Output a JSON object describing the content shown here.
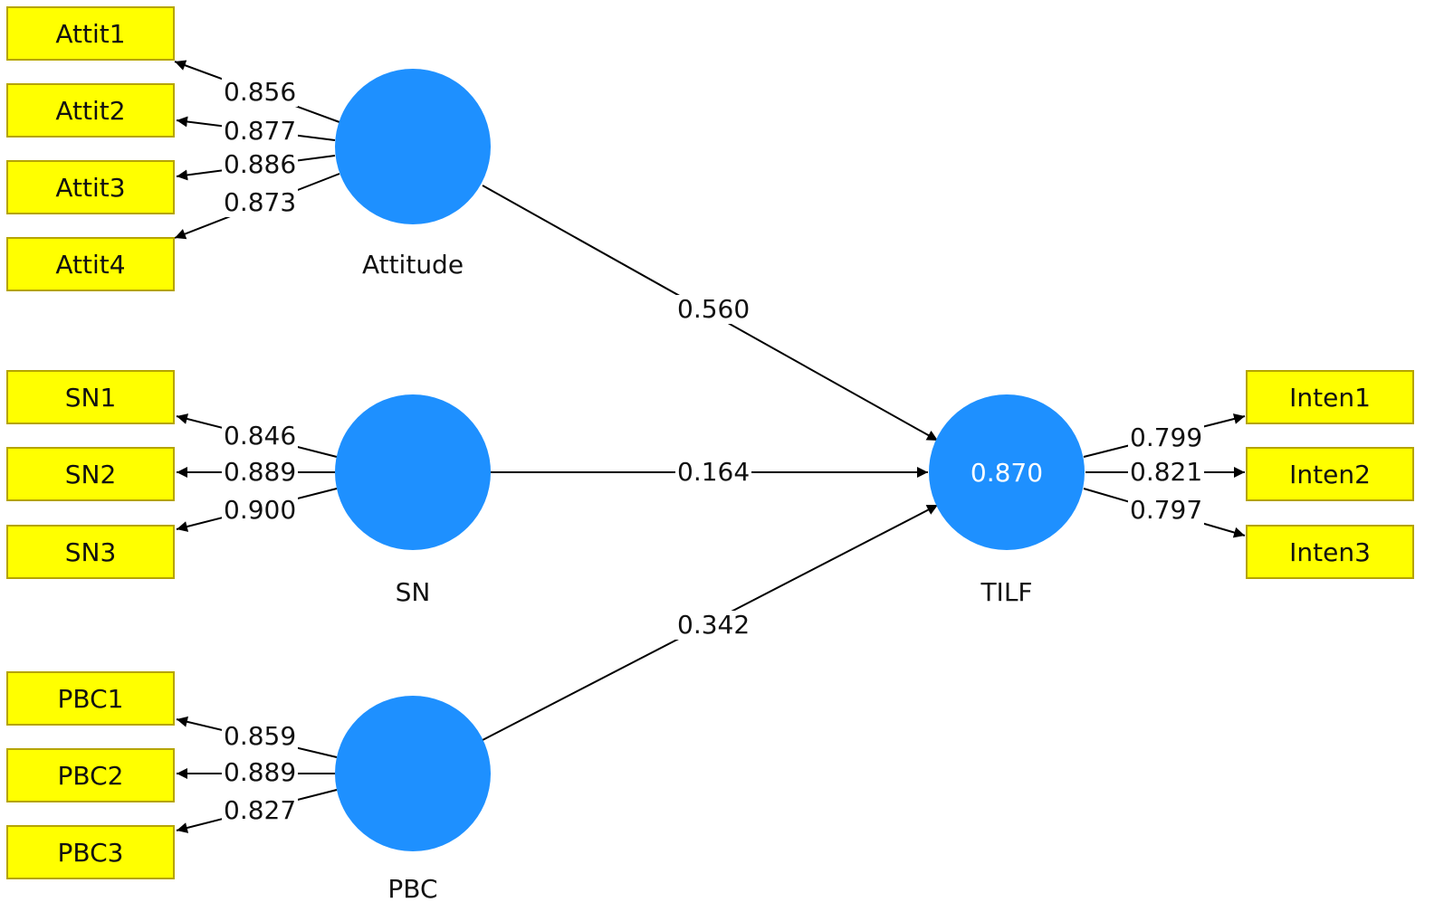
{
  "colors": {
    "indicator_fill": "#ffff00",
    "indicator_border": "#b5a400",
    "construct_fill": "#1e90ff",
    "edge": "#000000"
  },
  "constructs": {
    "attitude": {
      "label": "Attitude",
      "value": ""
    },
    "sn": {
      "label": "SN",
      "value": ""
    },
    "pbc": {
      "label": "PBC",
      "value": ""
    },
    "tilf": {
      "label": "TILF",
      "value": "0.870"
    }
  },
  "indicators": {
    "attit1": "Attit1",
    "attit2": "Attit2",
    "attit3": "Attit3",
    "attit4": "Attit4",
    "sn1": "SN1",
    "sn2": "SN2",
    "sn3": "SN3",
    "pbc1": "PBC1",
    "pbc2": "PBC2",
    "pbc3": "PBC3",
    "inten1": "Inten1",
    "inten2": "Inten2",
    "inten3": "Inten3"
  },
  "loadings": {
    "attit1": "0.856",
    "attit2": "0.877",
    "attit3": "0.886",
    "attit4": "0.873",
    "sn1": "0.846",
    "sn2": "0.889",
    "sn3": "0.900",
    "pbc1": "0.859",
    "pbc2": "0.889",
    "pbc3": "0.827",
    "inten1": "0.799",
    "inten2": "0.821",
    "inten3": "0.797"
  },
  "paths": {
    "attitude_tilf": "0.560",
    "sn_tilf": "0.164",
    "pbc_tilf": "0.342"
  }
}
